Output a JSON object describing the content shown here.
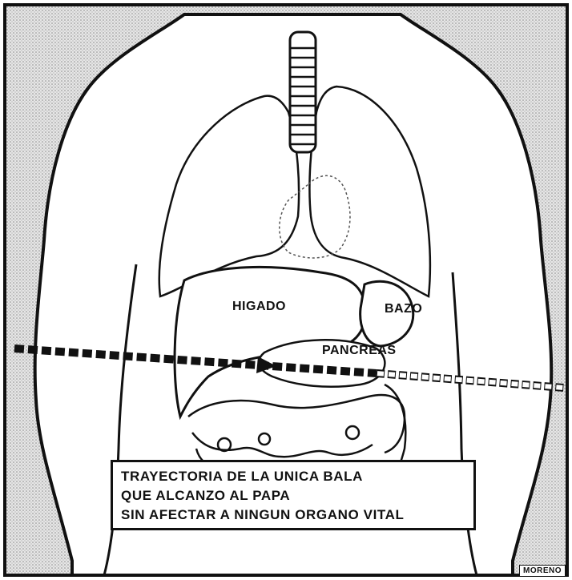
{
  "labels": {
    "liver": "HIGADO",
    "spleen": "BAZO",
    "pancreas": "PANCREAS"
  },
  "caption": {
    "line1": "TRAYECTORIA DE LA UNICA BALA",
    "line2": "QUE ALCANZO AL PAPA",
    "line3": "SIN AFECTAR A NINGUN ORGANO VITAL"
  },
  "signature": "MORENO",
  "colors": {
    "ink": "#111111",
    "background_stipple": "#c8c8c8",
    "paper": "#ffffff"
  }
}
